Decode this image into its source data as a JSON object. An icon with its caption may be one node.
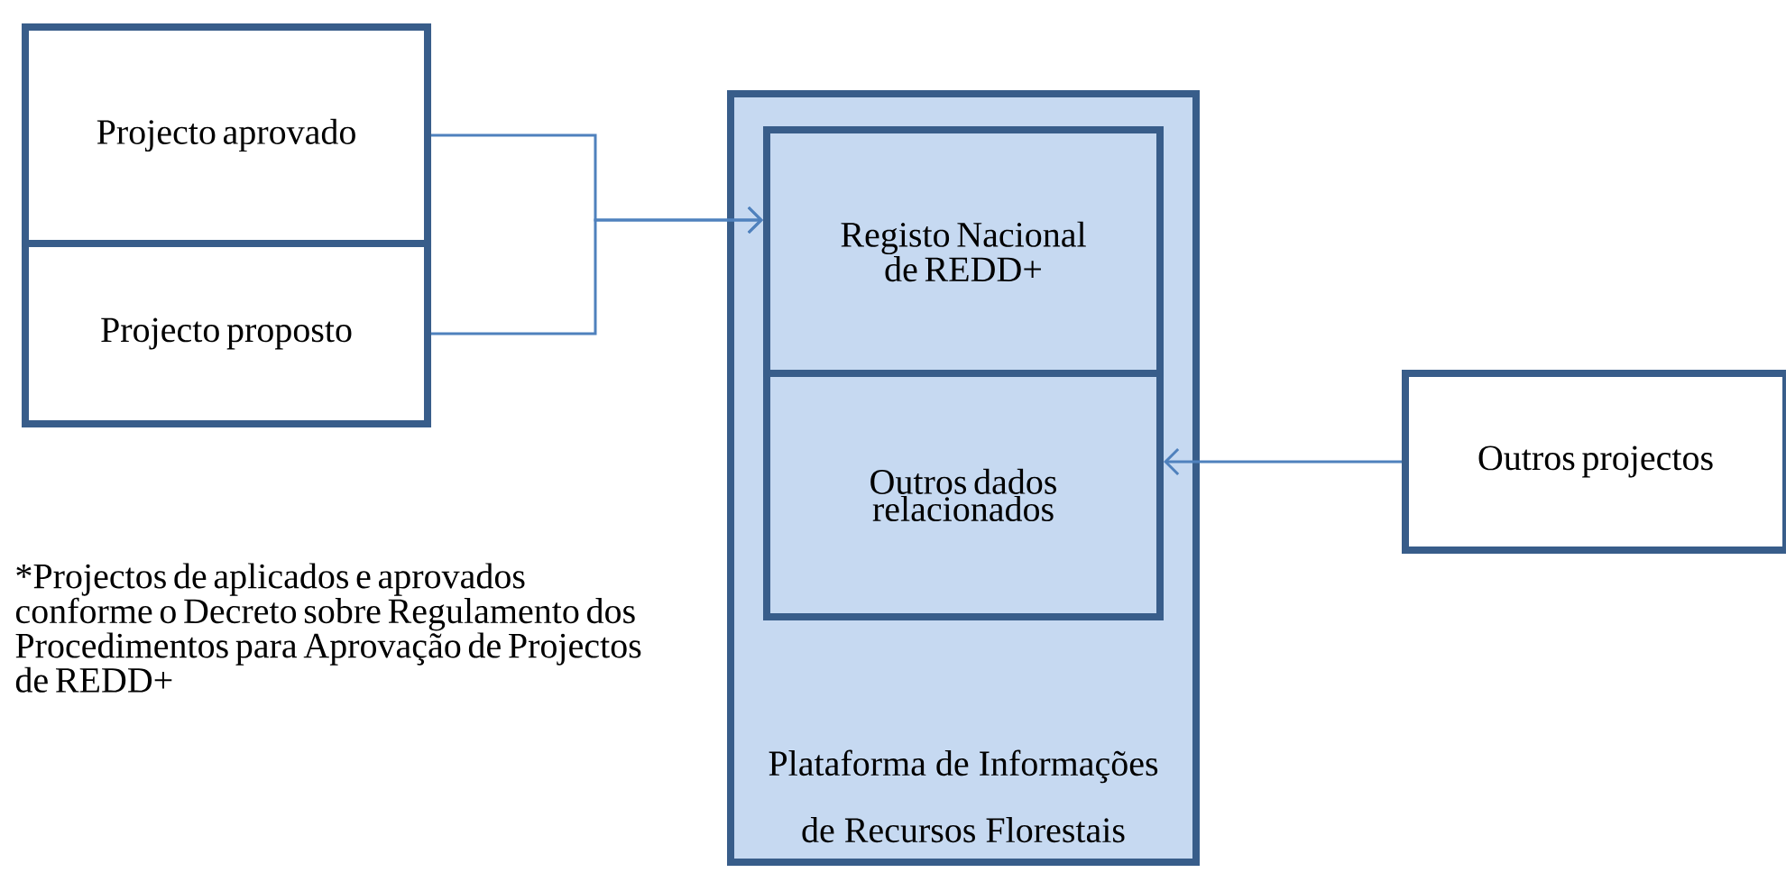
{
  "diagram": {
    "nodes": [
      {
        "text": [
          "Projecto aprovado"
        ]
      },
      {
        "text": [
          "Projecto proposto"
        ]
      },
      {
        "text": [
          "Plataforma de Informações de Recursos Florestais"
        ]
      },
      {
        "text": [
          "Registo Nacional de REDD+"
        ],
        "in": 2
      },
      {
        "text": [
          "Outros dados relacionados"
        ],
        "in": 2
      },
      {
        "text": [
          "Outros projectos"
        ]
      }
    ],
    "edges": [
      {
        "from": 0,
        "to": 3,
        "arrow": "to"
      },
      {
        "from": 1,
        "to": 3,
        "arrow": "to"
      },
      {
        "from": 5,
        "to": 4,
        "arrow": "to"
      }
    ],
    "labels": [
      "*Projectos de aplicados e aprovados conforme o Decreto sobre Regulamento dos Procedimentos para Aprovação de Projectos de REDD+"
    ]
  }
}
